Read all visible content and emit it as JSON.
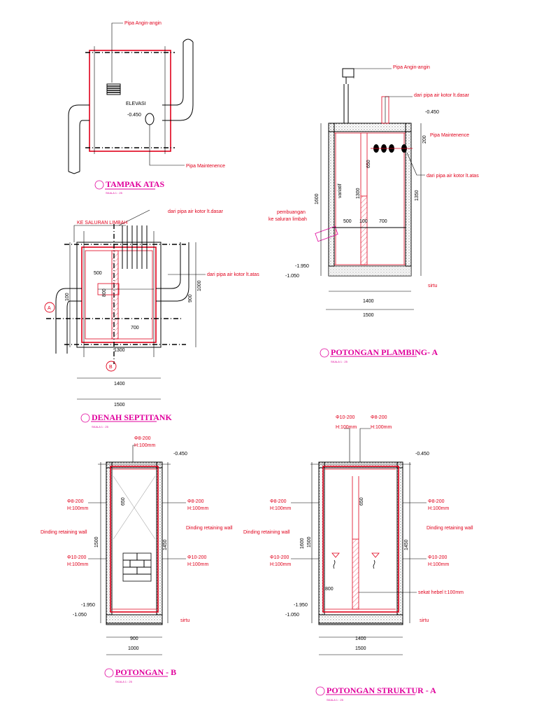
{
  "colors": {
    "accent_red": "#e0001b",
    "title_magenta": "#e0009c",
    "line": "#000000"
  },
  "tampak_atas": {
    "title": "TAMPAK ATAS",
    "scale": "SKALA 1 : 25",
    "label_pipa_angin": "Pipa Angin-angin",
    "label_pipa_maintenence": "Pipa Maintenence",
    "elevasi_label": "ELEVASI",
    "elevasi_value": "-0.450"
  },
  "potongan_plambing": {
    "title": "POTONGAN PLAMBING- A",
    "scale": "SKALA 1 : 25",
    "label_pipa_angin": "Pipa Angin-angin",
    "label_dari_pipa_dasar": "dari pipa air kotor lt.dasar",
    "label_pipa_maintenence": "Pipa Maintenence",
    "label_dari_pipa_atas": "dari pipa air kotor lt.atas",
    "label_pembuangan_1": "pembuangan",
    "label_pembuangan_2": "ke saluran limbah",
    "label_sirtu": "sirtu",
    "elev_top": "-0.450",
    "elev_1950": "-1.950",
    "elev_1050": "-1.050",
    "dim_200": "200",
    "dim_650": "650",
    "dim_1300": "1300",
    "dim_1350": "1350",
    "dim_1600": "1600",
    "dim_500": "500",
    "dim_100": "100",
    "dim_700": "700",
    "dim_1400": "1400",
    "dim_1500": "1500",
    "variatif": "variatif"
  },
  "denah_septitank": {
    "title": "DENAH SEPTITANK",
    "scale": "SKALA 1 : 25",
    "label_saluran": "KE SALURAN LIMBAH",
    "label_dari_pipa_dasar": "dari pipa air kotor lt.dasar",
    "label_dari_pipa_atas": "dari pipa air kotor lt.atas",
    "marker_a": "A",
    "marker_b": "B",
    "dim_500": "500",
    "dim_800": "800",
    "dim_700": "700",
    "dim_1300": "1300",
    "dim_1400": "1400",
    "dim_1500": "1500",
    "dim_900": "900",
    "dim_1000": "1000",
    "dim_100": "100"
  },
  "potongan_b": {
    "title": "POTONGAN - B",
    "scale": "SKALA 1 : 25",
    "rebar_top": "Φ8-200",
    "rebar_top_h": "H:100mm",
    "rebar_8": "Φ8-200",
    "rebar_10": "Φ10-200",
    "h100": "H:100mm",
    "dinding": "Dinding retaining wall",
    "sirtu": "sirtu",
    "elev_top": "-0.450",
    "elev_1950": "-1.950",
    "elev_1050": "-1.050",
    "dim_650": "650",
    "dim_1500": "1500",
    "dim_1450": "1450",
    "dim_900": "900",
    "dim_1000": "1000"
  },
  "potongan_struktur": {
    "title": "POTONGAN STRUKTUR - A",
    "scale": "SKALA 1 : 25",
    "rebar_10": "Φ10-200",
    "rebar_8": "Φ8-200",
    "h100": "H:100mm",
    "dinding": "Dinding retaining wall",
    "sekat": "sekat hebel t:100mm",
    "sirtu": "sirtu",
    "elev_top": "-0.450",
    "elev_1950": "-1.950",
    "elev_1050": "-1.050",
    "dim_650": "650",
    "dim_1600": "1600",
    "dim_1500": "1500",
    "dim_1450": "1450",
    "dim_800": "800",
    "dim_1400": "1400",
    "dim_1500b": "1500"
  }
}
